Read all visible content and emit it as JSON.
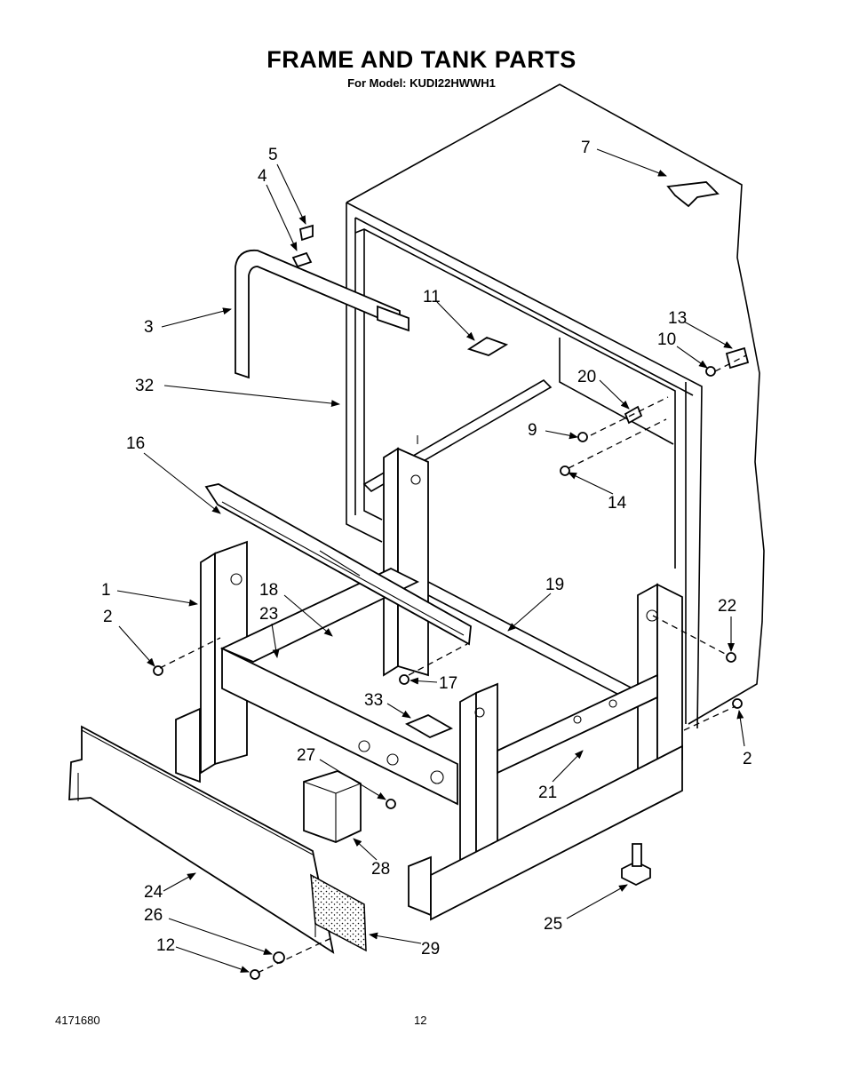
{
  "header": {
    "title": "FRAME AND TANK PARTS",
    "subtitle": "For Model: KUDI22HWWH1"
  },
  "callouts": [
    "1",
    "2",
    "2",
    "3",
    "4",
    "5",
    "7",
    "9",
    "10",
    "11",
    "12",
    "13",
    "14",
    "16",
    "17",
    "18",
    "19",
    "20",
    "21",
    "22",
    "23",
    "24",
    "25",
    "26",
    "27",
    "28",
    "29",
    "32",
    "33"
  ],
  "footer": {
    "doc_number": "4171680",
    "page_number": "12"
  }
}
